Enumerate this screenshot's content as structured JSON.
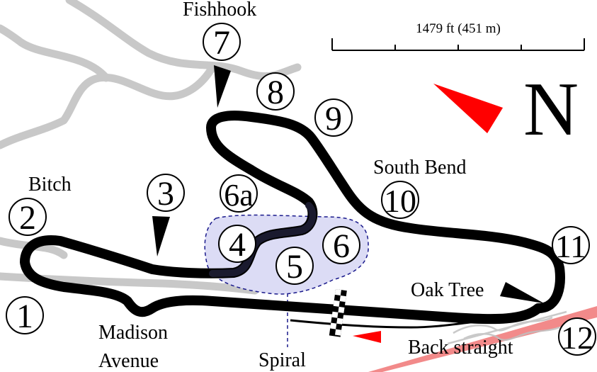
{
  "scale_bar": {
    "label": "1479 ft (451 m)"
  },
  "north": {
    "label": "N",
    "arrow_color": "#ff0000"
  },
  "turns": [
    "1",
    "2",
    "3",
    "4",
    "5",
    "6",
    "6a",
    "7",
    "8",
    "9",
    "10",
    "11",
    "12"
  ],
  "corner_names": {
    "fishhook": "Fishhook",
    "bitch": "Bitch",
    "south_bend": "South Bend",
    "oak_tree": "Oak Tree",
    "madison_line1": "Madison",
    "madison_line2": "Avenue",
    "spiral": "Spiral",
    "back_straight": "Back straight"
  },
  "colors": {
    "track": "#000000",
    "roads": "#c8c8c8",
    "highlight_fill": "#dcdcf5",
    "highlight_stroke": "#1a1a8c",
    "back_straight_band": "#f28a8a",
    "direction_arrow": "#ff0000"
  }
}
